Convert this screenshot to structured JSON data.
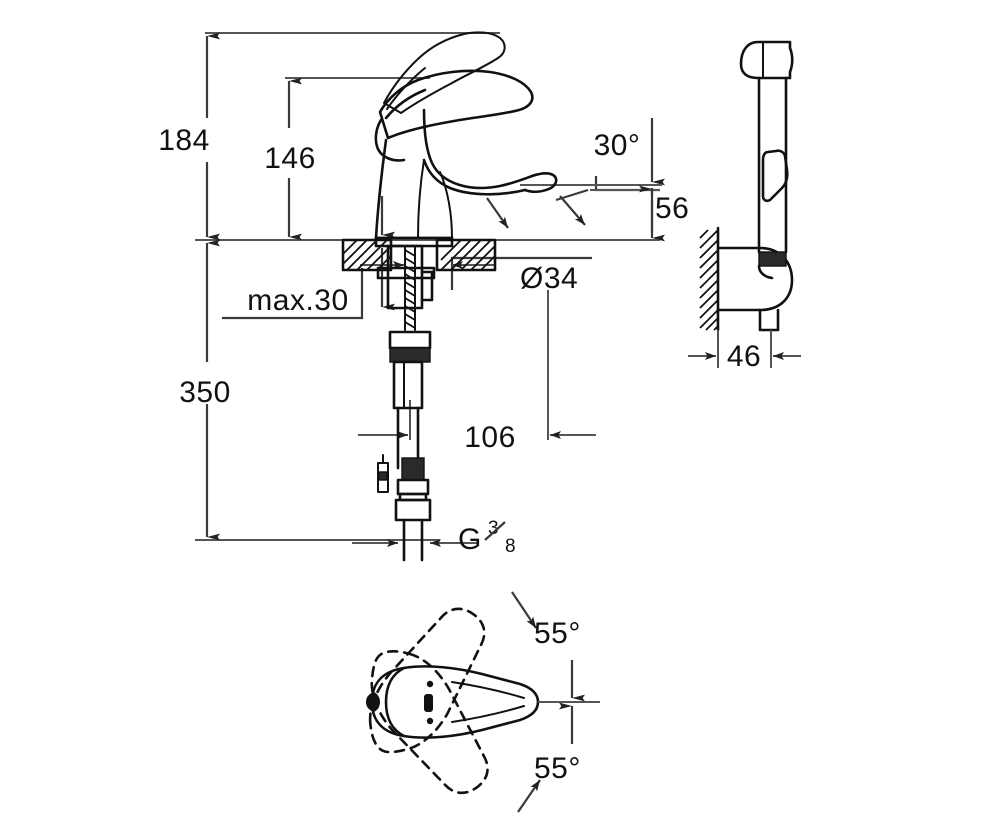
{
  "drawing": {
    "title": "Single-lever basin mixer with hand spray — dimensioned technical drawing",
    "units": "mm",
    "line_color": "#111111",
    "dimension_color": "#3a3a3a",
    "background": "#ffffff"
  },
  "views": {
    "front_elevation": {
      "name": "front-elevation-view",
      "description": "Basin mixer side elevation with deck mounting and flexible supply hoses"
    },
    "side_wall_unit": {
      "name": "wall-bracket-view",
      "description": "Wall mounted hand spray holder shown against hatched wall"
    },
    "top_plan": {
      "name": "top-plan-view",
      "description": "Plan view of spout showing swivel range left and right"
    }
  },
  "dimensions": {
    "overall_height": "184",
    "spout_to_lever_height": "146",
    "supply_length": "350",
    "deck_thickness": "max.30",
    "tail_to_hose": "106",
    "spout_projection": "56",
    "spout_angle": "30°",
    "hole_diameter": "Ø34",
    "wall_projection": "46",
    "thread_letter": "G",
    "thread_numerator": "3",
    "thread_denominator": "8",
    "swivel_upper": "55°",
    "swivel_lower": "55°"
  },
  "labels": {
    "d184": "184",
    "d146": "146",
    "d350": "350",
    "d_max30": "max.30",
    "d106": "106",
    "d56": "56",
    "a30": "30°",
    "dia34": "Ø34",
    "d46": "46",
    "thread": "G",
    "swivel_top": "55°",
    "swivel_bottom": "55°"
  }
}
